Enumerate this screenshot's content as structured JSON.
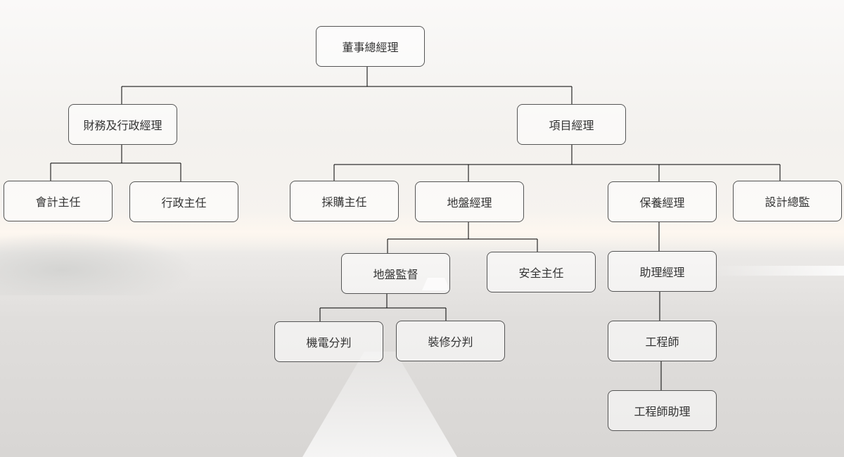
{
  "org_chart": {
    "ceo": "董事總經理",
    "finance_admin_manager": "財務及行政經理",
    "project_manager": "項目經理",
    "accounting_supervisor": "會計主任",
    "admin_supervisor": "行政主任",
    "procurement_supervisor": "採購主任",
    "site_manager": "地盤經理",
    "maintenance_manager": "保養經理",
    "design_director": "設計總監",
    "site_supervisor": "地盤監督",
    "safety_supervisor": "安全主任",
    "assistant_manager": "助理經理",
    "me_subcontract": "機電分判",
    "fitout_subcontract": "裝修分判",
    "engineer": "工程師",
    "assistant_engineer": "工程師助理"
  },
  "colors": {
    "line": "#000000",
    "border": "#555555",
    "text": "#333333"
  }
}
